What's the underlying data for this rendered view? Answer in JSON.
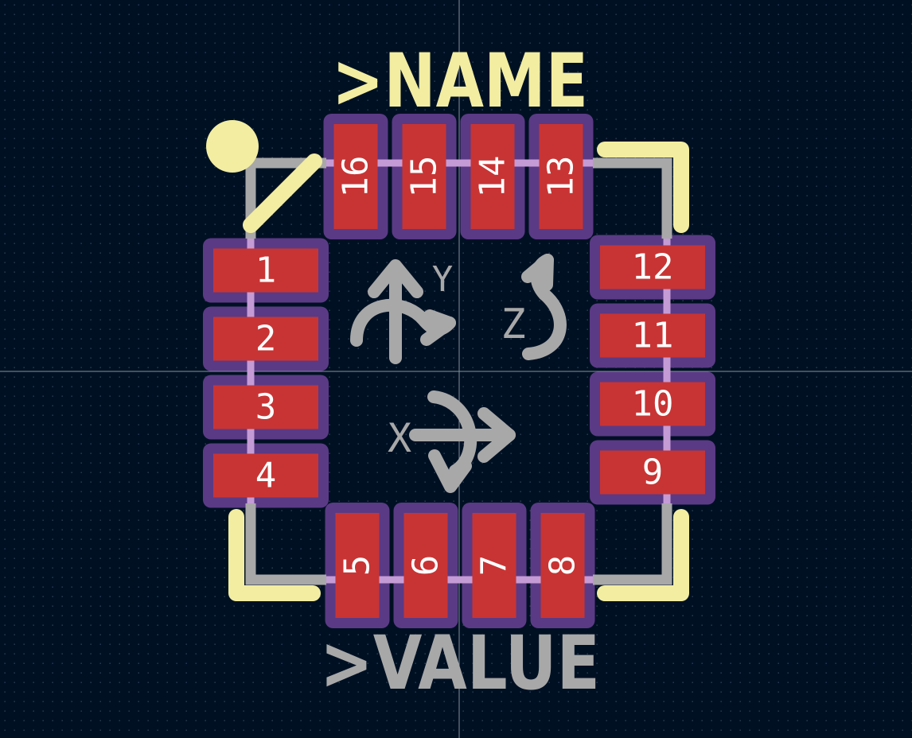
{
  "labels": {
    "name": ">NAME",
    "value": ">VALUE"
  },
  "axes": {
    "x": "X",
    "y": "Y",
    "z": "Z"
  },
  "pads": [
    {
      "number": "1",
      "side": "left"
    },
    {
      "number": "2",
      "side": "left"
    },
    {
      "number": "3",
      "side": "left"
    },
    {
      "number": "4",
      "side": "left"
    },
    {
      "number": "5",
      "side": "bottom"
    },
    {
      "number": "6",
      "side": "bottom"
    },
    {
      "number": "7",
      "side": "bottom"
    },
    {
      "number": "8",
      "side": "bottom"
    },
    {
      "number": "9",
      "side": "right"
    },
    {
      "number": "10",
      "side": "right"
    },
    {
      "number": "11",
      "side": "right"
    },
    {
      "number": "12",
      "side": "right"
    },
    {
      "number": "13",
      "side": "top"
    },
    {
      "number": "14",
      "side": "top"
    },
    {
      "number": "15",
      "side": "top"
    },
    {
      "number": "16",
      "side": "top"
    }
  ],
  "colors": {
    "background": "#001023",
    "grid_dots": "#3a4a5e",
    "crosshair": "#9aa6b4",
    "silkscreen": "#f2eda1",
    "fab": "#a8a8a8",
    "courtyard": "#c59bd6",
    "pad_copper": "#c83434",
    "solder_mask": "#5a3a85",
    "pad_text": "#ffffff"
  }
}
